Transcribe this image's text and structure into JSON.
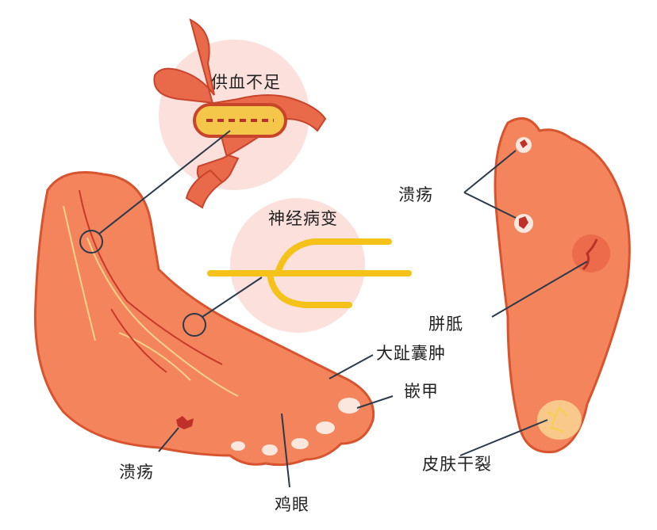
{
  "labels": {
    "ischemia": "供血不足",
    "neuropathy": "神经病变",
    "ulcer_sole": "溃疡",
    "callus": "胼胝",
    "bunion": "大趾囊肿",
    "ingrown_nail": "嵌甲",
    "cracked_skin": "皮肤干裂",
    "ulcer_foot": "溃疡",
    "corn": "鸡眼"
  },
  "colors": {
    "skin": "#f4845c",
    "skin_light": "#fbb28e",
    "outline": "#d8542f",
    "vessel": "#e0533a",
    "nerve": "#f5c21a",
    "bubble": "#fbe0dc",
    "line": "#2b3a4a"
  }
}
